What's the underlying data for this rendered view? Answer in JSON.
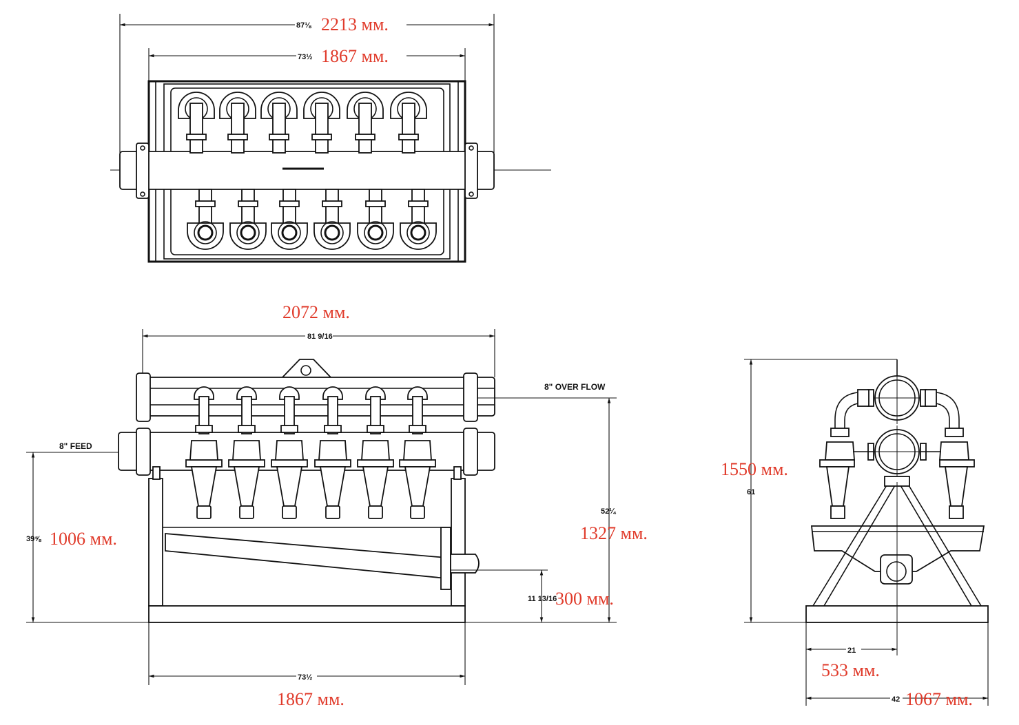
{
  "top_view": {
    "overall": {
      "inch": "87⅛",
      "mm": "2213 мм."
    },
    "frame": {
      "inch": "73½",
      "mm": "1867 мм."
    },
    "cone_count": 6
  },
  "front_view": {
    "length": {
      "inch": "81 9/16",
      "mm": "2072 мм."
    },
    "overflow_label": "8\" OVER FLOW",
    "feed_label": "8\" FEED",
    "feed_height": {
      "inch": "39⅝",
      "mm": "1006 мм."
    },
    "overflow_height": {
      "inch": "52¼",
      "mm": "1327 мм."
    },
    "outlet_height": {
      "inch": "11 13/16",
      "mm": "300 мм."
    },
    "base_length": {
      "inch": "73½",
      "mm": "1867 мм."
    }
  },
  "side_view": {
    "height": {
      "inch": "61",
      "mm": "1550 мм."
    },
    "half_width": {
      "inch": "21",
      "mm": "533 мм."
    },
    "width": {
      "inch": "42",
      "mm": "1067 мм."
    }
  }
}
